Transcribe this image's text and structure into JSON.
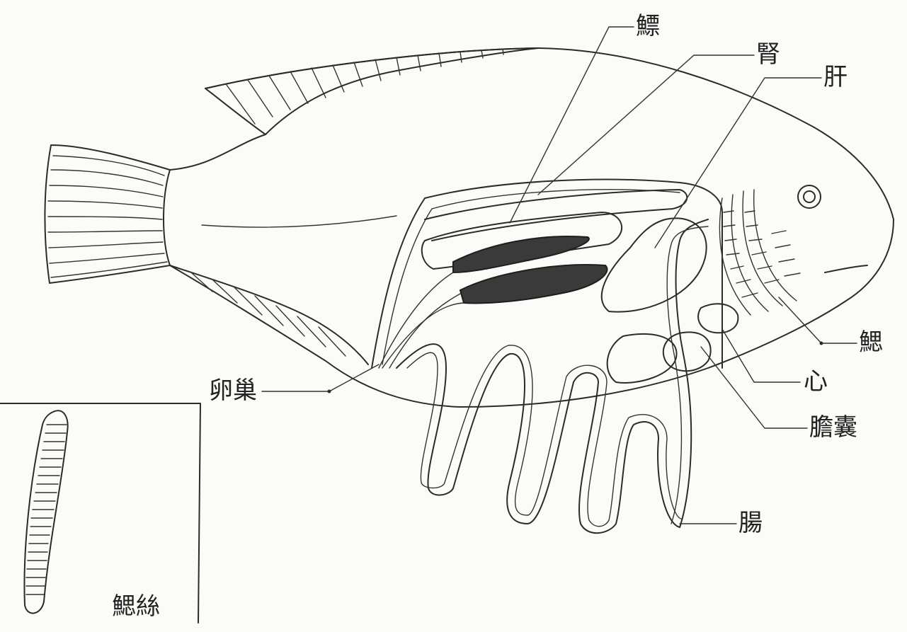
{
  "labels": {
    "swim_bladder": "鰾",
    "kidney": "腎",
    "liver": "肝",
    "gill": "鰓",
    "heart": "心",
    "gallbladder": "膽囊",
    "intestine": "腸",
    "ovary": "卵巢",
    "gill_filament": "鰓絲"
  }
}
